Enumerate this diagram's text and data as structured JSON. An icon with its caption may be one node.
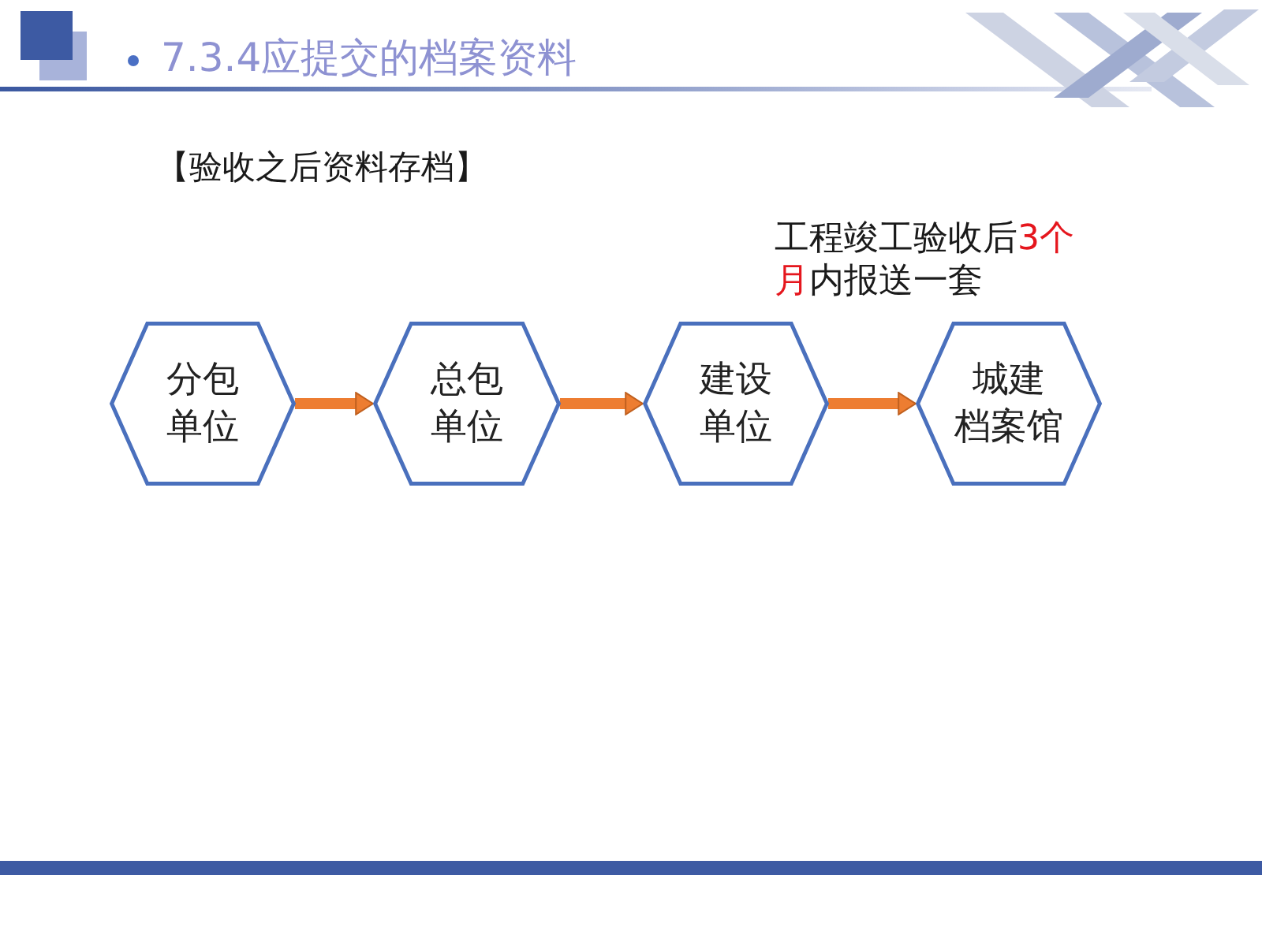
{
  "diagram": {
    "title": "7.3.4应提交的档案资料",
    "nodes": [
      {
        "text": [
          "分包单位"
        ]
      },
      {
        "text": [
          "总包单位"
        ]
      },
      {
        "text": [
          "建设单位"
        ]
      },
      {
        "text": [
          "城建档案馆"
        ]
      }
    ],
    "edges": [
      {
        "from": 0,
        "to": 1,
        "arrow": "to"
      },
      {
        "from": 1,
        "to": 2,
        "arrow": "to"
      },
      {
        "from": 2,
        "to": 3,
        "arrow": "to"
      }
    ],
    "labels": [
      "【验收之后资料存档】",
      "工程竣工验收后**3个月**内报送一套"
    ]
  }
}
